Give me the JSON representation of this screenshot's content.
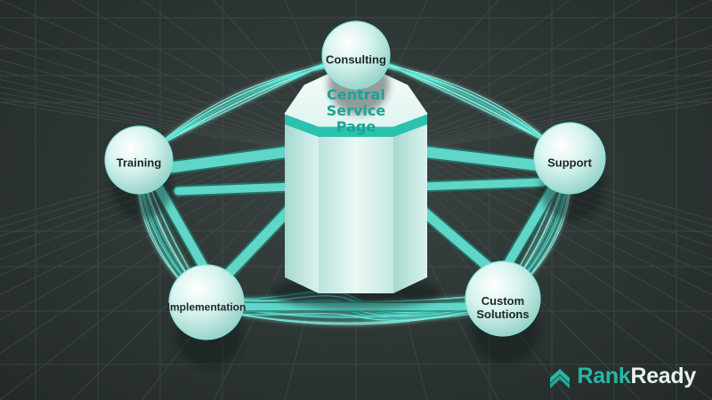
{
  "hub": {
    "label_lines": [
      "Central",
      "Service",
      "Page"
    ]
  },
  "nodes": [
    {
      "id": "consulting",
      "label_lines": [
        "Consulting"
      ]
    },
    {
      "id": "training",
      "label_lines": [
        "Training"
      ]
    },
    {
      "id": "support",
      "label_lines": [
        "Support"
      ]
    },
    {
      "id": "implementation",
      "label_lines": [
        "Implementation"
      ]
    },
    {
      "id": "custom-solutions",
      "label_lines": [
        "Custom",
        "Solutions"
      ]
    }
  ],
  "brand": {
    "part1": "Rank",
    "part2": "Ready",
    "icon": "chevron-up-icon"
  },
  "colors": {
    "accent": "#2fd3c2",
    "background": "#2d3533",
    "node": "#cfeee9",
    "hub_text": "#19a593"
  }
}
